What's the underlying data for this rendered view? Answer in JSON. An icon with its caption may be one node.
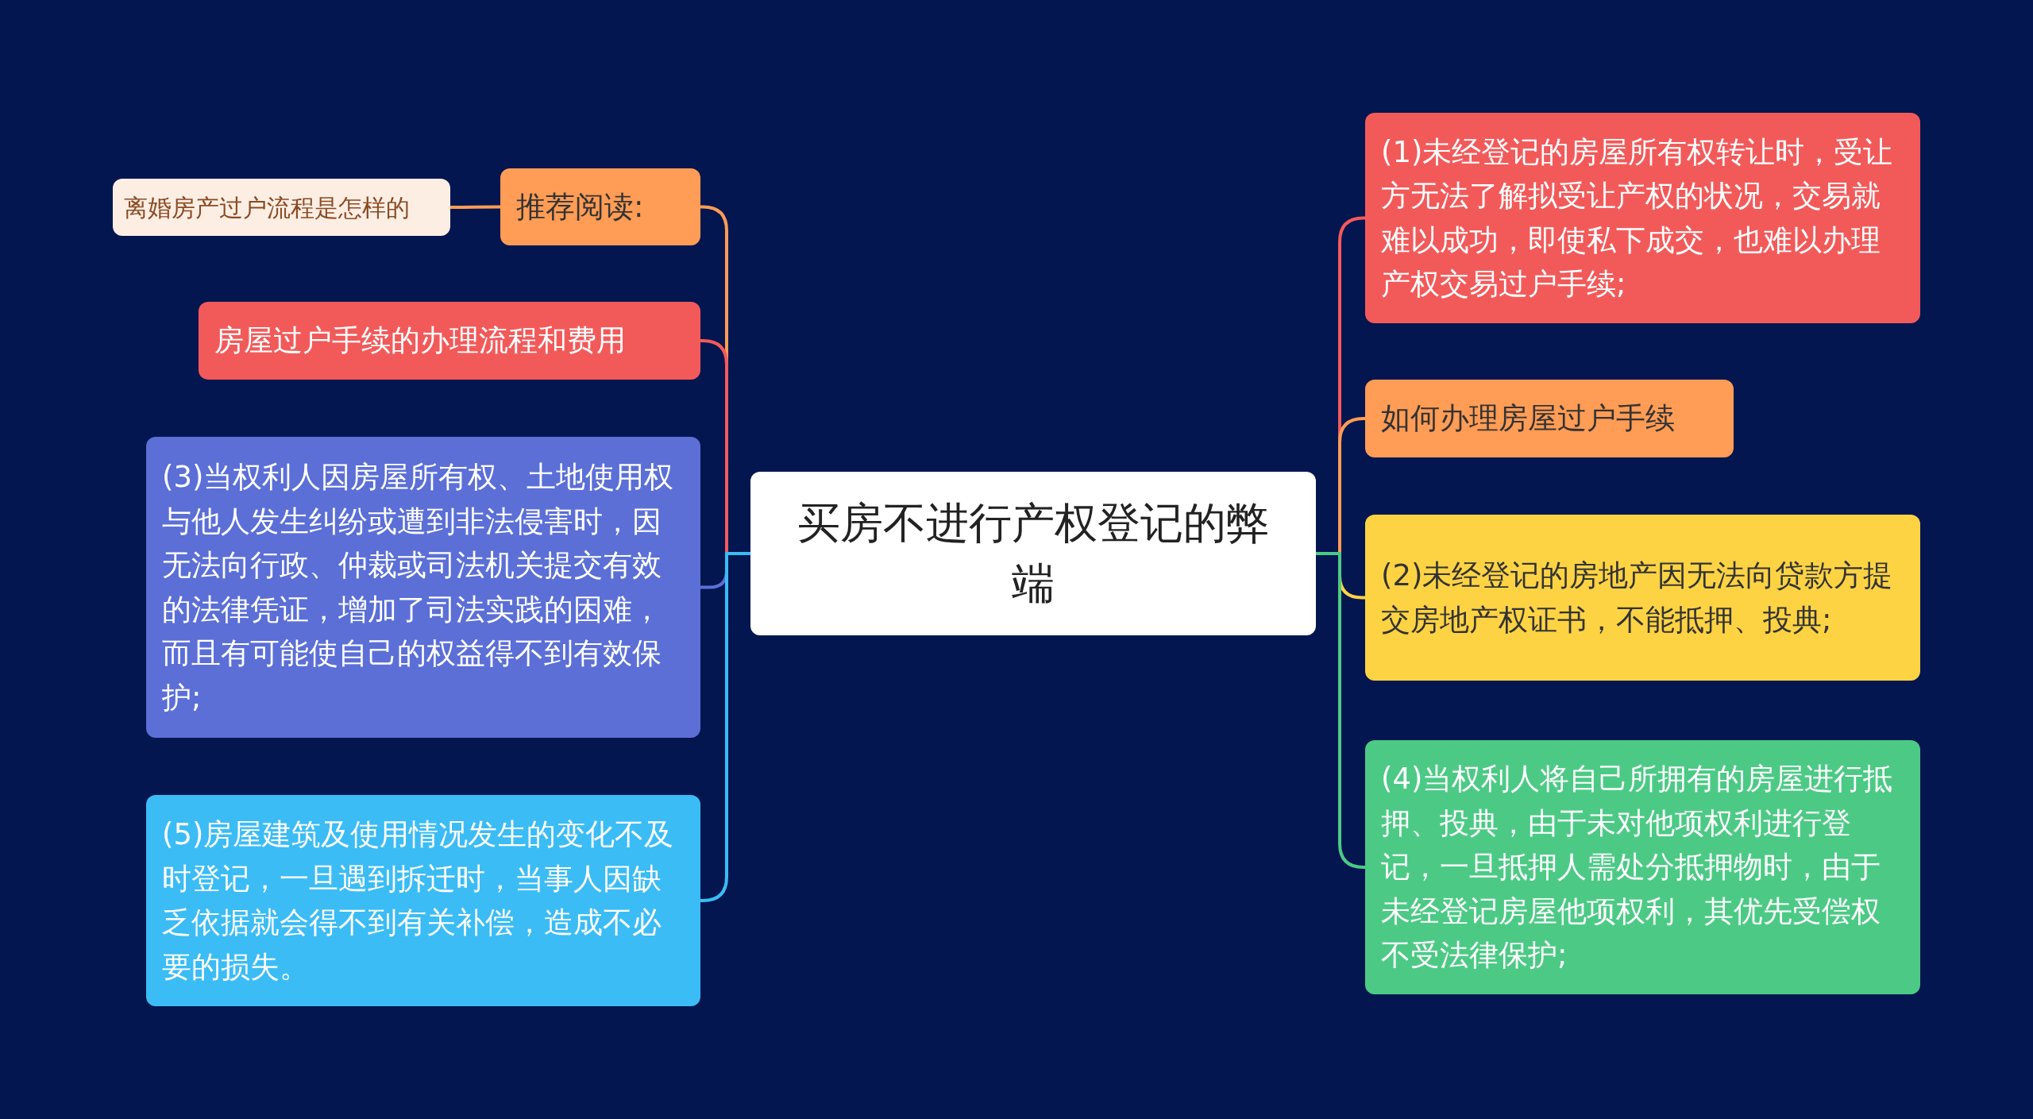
{
  "diagram": {
    "nodes": [
      {
        "text": [
          "买房不进行产权登记的弊端"
        ]
      },
      {
        "text": [
          "推荐阅读:"
        ]
      },
      {
        "text": [
          "离婚房产过户流程是怎样的"
        ]
      },
      {
        "text": [
          "房屋过户手续的办理流程和费用"
        ]
      },
      {
        "text": [
          "(3)当权利人因房屋所有权、土地使用权与他人发生纠纷或遭到非法侵害时，因无法向行政、仲裁或司法机关提交有效的法律凭证，增加了司法实践的困难，而且有可能使自己的权益得不到有效保护;"
        ]
      },
      {
        "text": [
          "(5)房屋建筑及使用情况发生的变化不及时登记，一旦遇到拆迁时，当事人因缺乏依据就会得不到有关补偿，造成不必要的损失。"
        ]
      },
      {
        "text": [
          "(1)未经登记的房屋所有权转让时，受让方无法了解拟受让产权的状况，交易就难以成功，即使私下成交，也难以办理产权交易过户手续;"
        ]
      },
      {
        "text": [
          "如何办理房屋过户手续"
        ]
      },
      {
        "text": [
          "(2)未经登记的房地产因无法向贷款方提交房地产权证书，不能抵押、投典;"
        ]
      },
      {
        "text": [
          "(4)当权利人将自己所拥有的房屋进行抵押、投典，由于未对他项权利进行登记，一旦抵押人需处分抵押物时，由于未经登记房屋他项权利，其优先受偿权不受法律保护;"
        ]
      }
    ],
    "edges": [
      {
        "from": 0,
        "to": 1,
        "arrow": "none",
        "color": "#ff9c55"
      },
      {
        "from": 1,
        "to": 2,
        "arrow": "none",
        "color": "#ff9c55"
      },
      {
        "from": 0,
        "to": 3,
        "arrow": "none",
        "color": "#f25a5a"
      },
      {
        "from": 0,
        "to": 4,
        "arrow": "none",
        "color": "#5b6fd6"
      },
      {
        "from": 0,
        "to": 5,
        "arrow": "none",
        "color": "#3bbcf5"
      },
      {
        "from": 0,
        "to": 6,
        "arrow": "none",
        "color": "#f25a5a"
      },
      {
        "from": 0,
        "to": 7,
        "arrow": "none",
        "color": "#ff9c55"
      },
      {
        "from": 0,
        "to": 8,
        "arrow": "none",
        "color": "#fdd344"
      },
      {
        "from": 0,
        "to": 9,
        "arrow": "none",
        "color": "#4cca85"
      }
    ]
  }
}
